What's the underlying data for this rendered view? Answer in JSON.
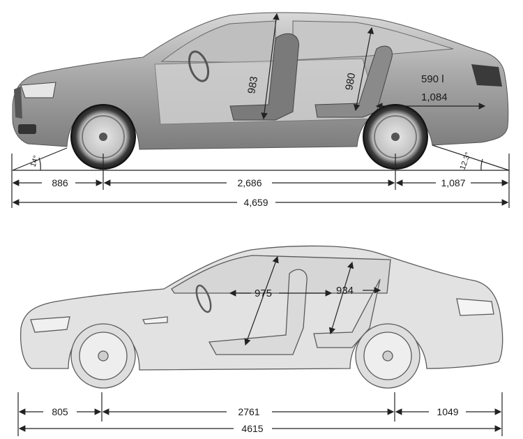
{
  "car1": {
    "interior_height_front": "983",
    "interior_height_rear": "980",
    "boot_volume": "590 l",
    "boot_length": "1,084",
    "approach_angle": "14°",
    "departure_angle": "12.3°",
    "front_overhang": "886",
    "wheelbase": "2,686",
    "rear_overhang": "1,087",
    "overall_length": "4,659"
  },
  "car2": {
    "interior_height_front": "975",
    "interior_height_rear": "934",
    "front_overhang": "805",
    "wheelbase": "2761",
    "rear_overhang": "1049",
    "overall_length": "4615"
  }
}
